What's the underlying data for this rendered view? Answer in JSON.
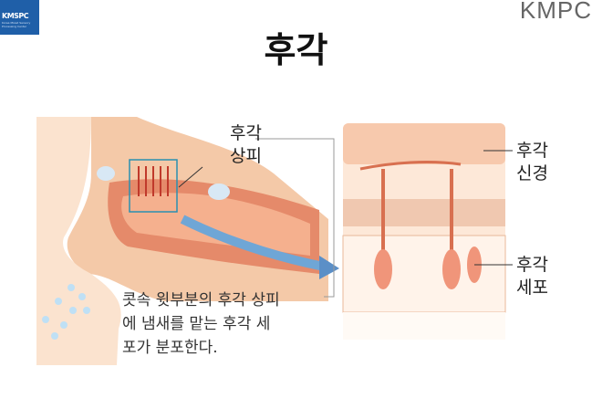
{
  "logo": {
    "text": "KMSPC",
    "subtitle": "Korea Mixed Sensory Processing Center"
  },
  "brand": "KMPC",
  "title": "후각",
  "labels": {
    "epithelium": [
      "후각",
      "상피"
    ],
    "nerve": [
      "후각",
      "신경"
    ],
    "cell": [
      "후각",
      "세포"
    ]
  },
  "caption": [
    "콧속 윗부분의 후각 상피",
    "에 냄새를 맡는 후각 세",
    "포가 분포한다."
  ]
}
